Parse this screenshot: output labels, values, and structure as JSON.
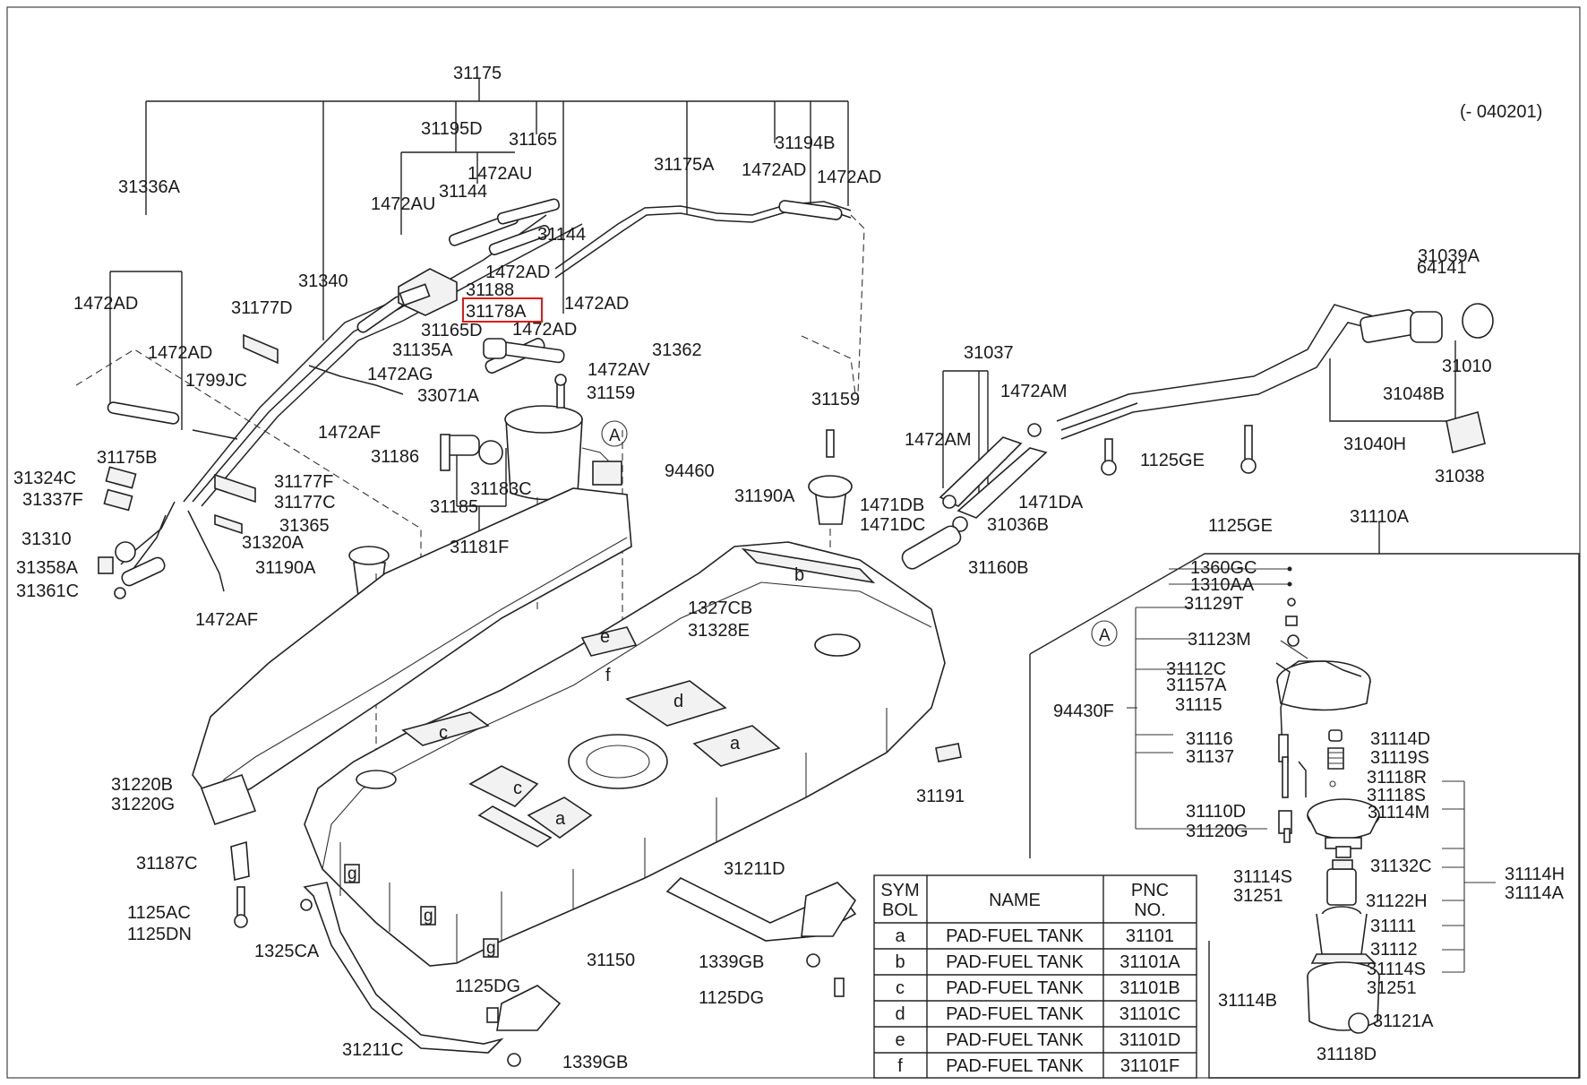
{
  "variant": "(- 040201)",
  "highlighted_part": "31178A",
  "labels": [
    {
      "id": "31175",
      "t": "31175"
    },
    {
      "id": "31195D",
      "t": "31195D"
    },
    {
      "id": "31165",
      "t": "31165"
    },
    {
      "id": "31194B",
      "t": "31194B"
    },
    {
      "id": "31175A",
      "t": "31175A"
    },
    {
      "id": "1472AD_a",
      "t": "1472AD"
    },
    {
      "id": "1472AD_b",
      "t": "1472AD"
    },
    {
      "id": "1472AU_a",
      "t": "1472AU"
    },
    {
      "id": "31144_a",
      "t": "31144"
    },
    {
      "id": "1472AU_b",
      "t": "1472AU"
    },
    {
      "id": "31336A",
      "t": "31336A"
    },
    {
      "id": "31144_b",
      "t": "31144"
    },
    {
      "id": "31340",
      "t": "31340"
    },
    {
      "id": "1472AD_c",
      "t": "1472AD"
    },
    {
      "id": "31188",
      "t": "31188"
    },
    {
      "id": "1472AD_d",
      "t": "1472AD"
    },
    {
      "id": "1472AD_e",
      "t": "1472AD"
    },
    {
      "id": "31177D",
      "t": "31177D"
    },
    {
      "id": "31178A",
      "t": "31178A"
    },
    {
      "id": "31165D",
      "t": "31165D"
    },
    {
      "id": "1472AD_f",
      "t": "1472AD"
    },
    {
      "id": "1472AD_g",
      "t": "1472AD"
    },
    {
      "id": "31135A",
      "t": "31135A"
    },
    {
      "id": "31362",
      "t": "31362"
    },
    {
      "id": "1472AG",
      "t": "1472AG"
    },
    {
      "id": "1472AV",
      "t": "1472AV"
    },
    {
      "id": "1799JC",
      "t": "1799JC"
    },
    {
      "id": "33071A",
      "t": "33071A"
    },
    {
      "id": "31159_a",
      "t": "31159"
    },
    {
      "id": "1472AF_a",
      "t": "1472AF"
    },
    {
      "id": "31175B",
      "t": "31175B"
    },
    {
      "id": "31186",
      "t": "31186"
    },
    {
      "id": "A_a",
      "t": "A"
    },
    {
      "id": "31324C",
      "t": "31324C"
    },
    {
      "id": "94460",
      "t": "94460"
    },
    {
      "id": "31177F",
      "t": "31177F"
    },
    {
      "id": "31337F",
      "t": "31337F"
    },
    {
      "id": "31177C",
      "t": "31177C"
    },
    {
      "id": "31183C",
      "t": "31183C"
    },
    {
      "id": "31185",
      "t": "31185"
    },
    {
      "id": "31365",
      "t": "31365"
    },
    {
      "id": "31310",
      "t": "31310"
    },
    {
      "id": "31320A",
      "t": "31320A"
    },
    {
      "id": "31181F",
      "t": "31181F"
    },
    {
      "id": "31358A",
      "t": "31358A"
    },
    {
      "id": "31190A_a",
      "t": "31190A"
    },
    {
      "id": "31361C",
      "t": "31361C"
    },
    {
      "id": "1472AF_b",
      "t": "1472AF"
    },
    {
      "id": "1327CB",
      "t": "1327CB"
    },
    {
      "id": "31328E",
      "t": "31328E"
    },
    {
      "id": "31220B",
      "t": "31220B"
    },
    {
      "id": "31220G",
      "t": "31220G"
    },
    {
      "id": "31187C",
      "t": "31187C"
    },
    {
      "id": "1125AC",
      "t": "1125AC"
    },
    {
      "id": "1125DN",
      "t": "1125DN"
    },
    {
      "id": "1325CA",
      "t": "1325CA"
    },
    {
      "id": "31211C",
      "t": "31211C"
    },
    {
      "id": "1125DG_a",
      "t": "1125DG"
    },
    {
      "id": "1339GB_a",
      "t": "1339GB"
    },
    {
      "id": "31150",
      "t": "31150"
    },
    {
      "id": "31211D",
      "t": "31211D"
    },
    {
      "id": "1339GB_b",
      "t": "1339GB"
    },
    {
      "id": "1125DG_b",
      "t": "1125DG"
    },
    {
      "id": "31191",
      "t": "31191"
    },
    {
      "id": "31159_b",
      "t": "31159"
    },
    {
      "id": "31190A_b",
      "t": "31190A"
    },
    {
      "id": "31037",
      "t": "31037"
    },
    {
      "id": "1472AM_a",
      "t": "1472AM"
    },
    {
      "id": "1472AM_b",
      "t": "1472AM"
    },
    {
      "id": "1125GE_a",
      "t": "1125GE"
    },
    {
      "id": "1471DB",
      "t": "1471DB"
    },
    {
      "id": "1471DC",
      "t": "1471DC"
    },
    {
      "id": "1471DA",
      "t": "1471DA"
    },
    {
      "id": "31036B",
      "t": "31036B"
    },
    {
      "id": "31160B",
      "t": "31160B"
    },
    {
      "id": "1125GE_b",
      "t": "1125GE"
    },
    {
      "id": "64141",
      "t": "64141"
    },
    {
      "id": "31039A",
      "t": "31039A"
    },
    {
      "id": "31010",
      "t": "31010"
    },
    {
      "id": "31048B",
      "t": "31048B"
    },
    {
      "id": "31040H",
      "t": "31040H"
    },
    {
      "id": "31038",
      "t": "31038"
    },
    {
      "id": "31110A",
      "t": "31110A"
    },
    {
      "id": "1360GC",
      "t": "1360GC"
    },
    {
      "id": "1310AA",
      "t": "1310AA"
    },
    {
      "id": "31129T",
      "t": "31129T"
    },
    {
      "id": "A_b",
      "t": "A"
    },
    {
      "id": "31123M",
      "t": "31123M"
    },
    {
      "id": "31112C",
      "t": "31112C"
    },
    {
      "id": "31157A",
      "t": "31157A"
    },
    {
      "id": "94430F",
      "t": "94430F"
    },
    {
      "id": "31115",
      "t": "31115"
    },
    {
      "id": "31116",
      "t": "31116"
    },
    {
      "id": "31137",
      "t": "31137"
    },
    {
      "id": "31114D",
      "t": "31114D"
    },
    {
      "id": "31119S",
      "t": "31119S"
    },
    {
      "id": "31118R",
      "t": "31118R"
    },
    {
      "id": "31118S",
      "t": "31118S"
    },
    {
      "id": "31114M",
      "t": "31114M"
    },
    {
      "id": "31110D",
      "t": "31110D"
    },
    {
      "id": "31120G",
      "t": "31120G"
    },
    {
      "id": "31132C",
      "t": "31132C"
    },
    {
      "id": "31114S_a",
      "t": "31114S"
    },
    {
      "id": "31251_a",
      "t": "31251"
    },
    {
      "id": "31122H",
      "t": "31122H"
    },
    {
      "id": "31114H",
      "t": "31114H"
    },
    {
      "id": "31114A",
      "t": "31114A"
    },
    {
      "id": "31111",
      "t": "31111"
    },
    {
      "id": "31112",
      "t": "31112"
    },
    {
      "id": "31114S_b",
      "t": "31114S"
    },
    {
      "id": "31251_b",
      "t": "31251"
    },
    {
      "id": "31114B",
      "t": "31114B"
    },
    {
      "id": "31121A",
      "t": "31121A"
    },
    {
      "id": "31118D",
      "t": "31118D"
    }
  ],
  "pad_letters": {
    "a": "a",
    "b": "b",
    "c": "c",
    "d": "d",
    "e": "e",
    "f": "f",
    "g": "g"
  },
  "table": {
    "header": {
      "symbol_line1": "SYM",
      "symbol_line2": "BOL",
      "name": "NAME",
      "pnc_line1": "PNC",
      "pnc_line2": "NO."
    },
    "rows": [
      {
        "symbol": "a",
        "name": "PAD-FUEL TANK",
        "pnc": "31101"
      },
      {
        "symbol": "b",
        "name": "PAD-FUEL TANK",
        "pnc": "31101A"
      },
      {
        "symbol": "c",
        "name": "PAD-FUEL TANK",
        "pnc": "31101B"
      },
      {
        "symbol": "d",
        "name": "PAD-FUEL TANK",
        "pnc": "31101C"
      },
      {
        "symbol": "e",
        "name": "PAD-FUEL TANK",
        "pnc": "31101D"
      },
      {
        "symbol": "f",
        "name": "PAD-FUEL TANK",
        "pnc": "31101F"
      }
    ]
  }
}
